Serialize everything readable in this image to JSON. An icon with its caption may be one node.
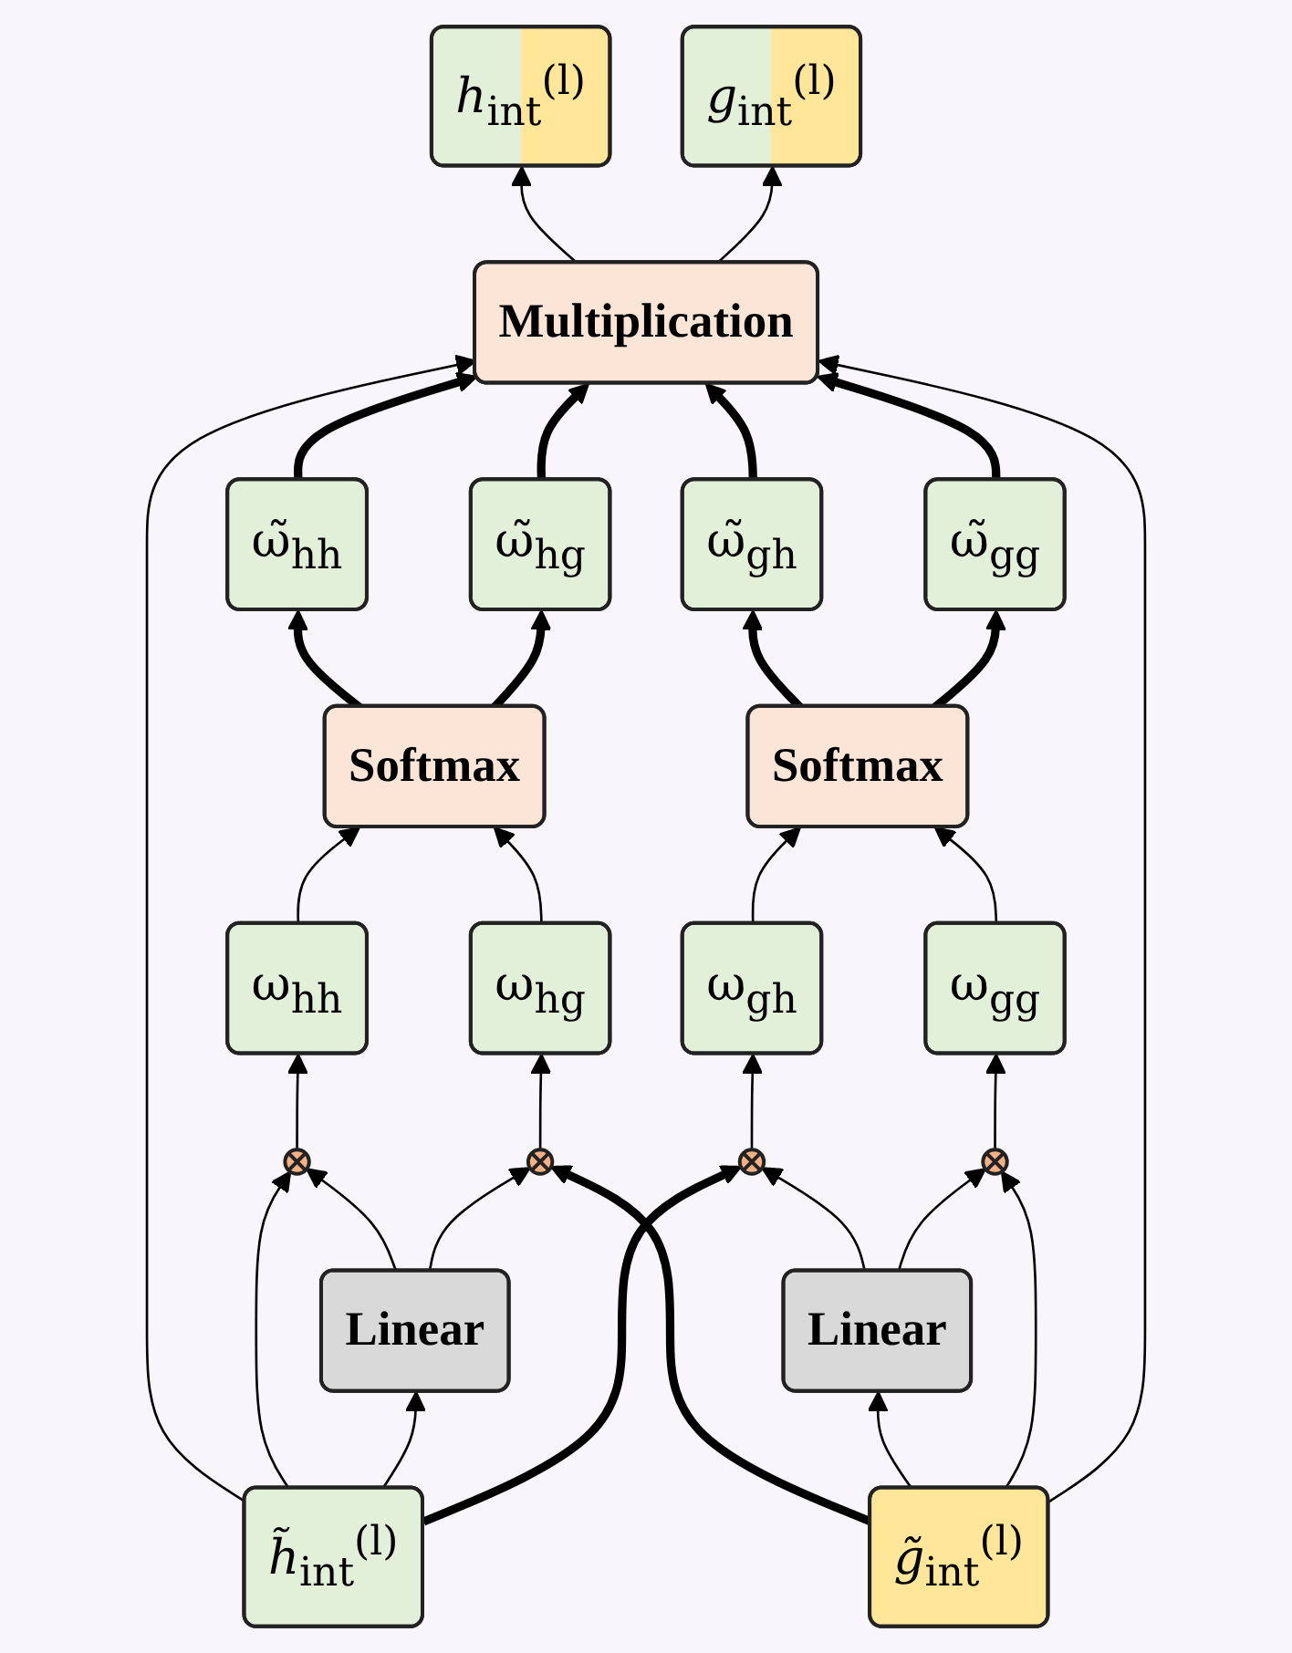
{
  "diagram": {
    "nodes": [
      {
        "text": [
          "*h*$_{int}$$^{(l)}$"
        ]
      },
      {
        "text": [
          "*g*$_{int}$$^{(l)}$"
        ]
      },
      {
        "text": [
          "Multiplication"
        ]
      },
      {
        "text": [
          "ω̃$_{hh}$"
        ]
      },
      {
        "text": [
          "ω̃$_{hg}$"
        ]
      },
      {
        "text": [
          "ω̃$_{gh}$"
        ]
      },
      {
        "text": [
          "ω̃$_{gg}$"
        ]
      },
      {
        "text": [
          "Softmax"
        ]
      },
      {
        "text": [
          "Softmax"
        ]
      },
      {
        "text": [
          "ω$_{hh}$"
        ]
      },
      {
        "text": [
          "ω$_{hg}$"
        ]
      },
      {
        "text": [
          "ω$_{gh}$"
        ]
      },
      {
        "text": [
          "ω$_{gg}$"
        ]
      },
      {
        "text": [],
        "shape": "circle"
      },
      {
        "text": [],
        "shape": "circle"
      },
      {
        "text": [],
        "shape": "circle"
      },
      {
        "text": [],
        "shape": "circle"
      },
      {
        "text": [
          "Linear"
        ]
      },
      {
        "text": [
          "Linear"
        ]
      },
      {
        "text": [
          "*h̃*$_{int}$$^{(l)}$"
        ]
      },
      {
        "text": [
          "*g̃*$_{int}$$^{(l)}$"
        ]
      }
    ],
    "edges": [
      {
        "from": 2,
        "to": 0,
        "arrow": "to"
      },
      {
        "from": 2,
        "to": 1,
        "arrow": "to"
      },
      {
        "from": 3,
        "to": 2,
        "arrow": "to",
        "style": "thick"
      },
      {
        "from": 4,
        "to": 2,
        "arrow": "to",
        "style": "thick"
      },
      {
        "from": 5,
        "to": 2,
        "arrow": "to",
        "style": "thick"
      },
      {
        "from": 6,
        "to": 2,
        "arrow": "to",
        "style": "thick"
      },
      {
        "from": 7,
        "to": 3,
        "arrow": "to",
        "style": "thick"
      },
      {
        "from": 7,
        "to": 4,
        "arrow": "to",
        "style": "thick"
      },
      {
        "from": 8,
        "to": 5,
        "arrow": "to",
        "style": "thick"
      },
      {
        "from": 8,
        "to": 6,
        "arrow": "to",
        "style": "thick"
      },
      {
        "from": 9,
        "to": 7,
        "arrow": "to"
      },
      {
        "from": 10,
        "to": 7,
        "arrow": "to"
      },
      {
        "from": 11,
        "to": 8,
        "arrow": "to"
      },
      {
        "from": 12,
        "to": 8,
        "arrow": "to"
      },
      {
        "from": 13,
        "to": 9,
        "arrow": "to"
      },
      {
        "from": 14,
        "to": 10,
        "arrow": "to"
      },
      {
        "from": 15,
        "to": 11,
        "arrow": "to"
      },
      {
        "from": 16,
        "to": 12,
        "arrow": "to"
      },
      {
        "from": 17,
        "to": 13,
        "arrow": "to"
      },
      {
        "from": 17,
        "to": 14,
        "arrow": "to"
      },
      {
        "from": 18,
        "to": 15,
        "arrow": "to"
      },
      {
        "from": 18,
        "to": 16,
        "arrow": "to"
      },
      {
        "from": 19,
        "to": 2,
        "arrow": "to"
      },
      {
        "from": 19,
        "to": 13,
        "arrow": "to"
      },
      {
        "from": 19,
        "to": 17,
        "arrow": "to"
      },
      {
        "from": 19,
        "to": 15,
        "arrow": "to",
        "style": "thick"
      },
      {
        "from": 20,
        "to": 14,
        "arrow": "to",
        "style": "thick"
      },
      {
        "from": 20,
        "to": 18,
        "arrow": "to"
      },
      {
        "from": 20,
        "to": 16,
        "arrow": "to"
      },
      {
        "from": 20,
        "to": 2,
        "arrow": "to"
      }
    ]
  }
}
